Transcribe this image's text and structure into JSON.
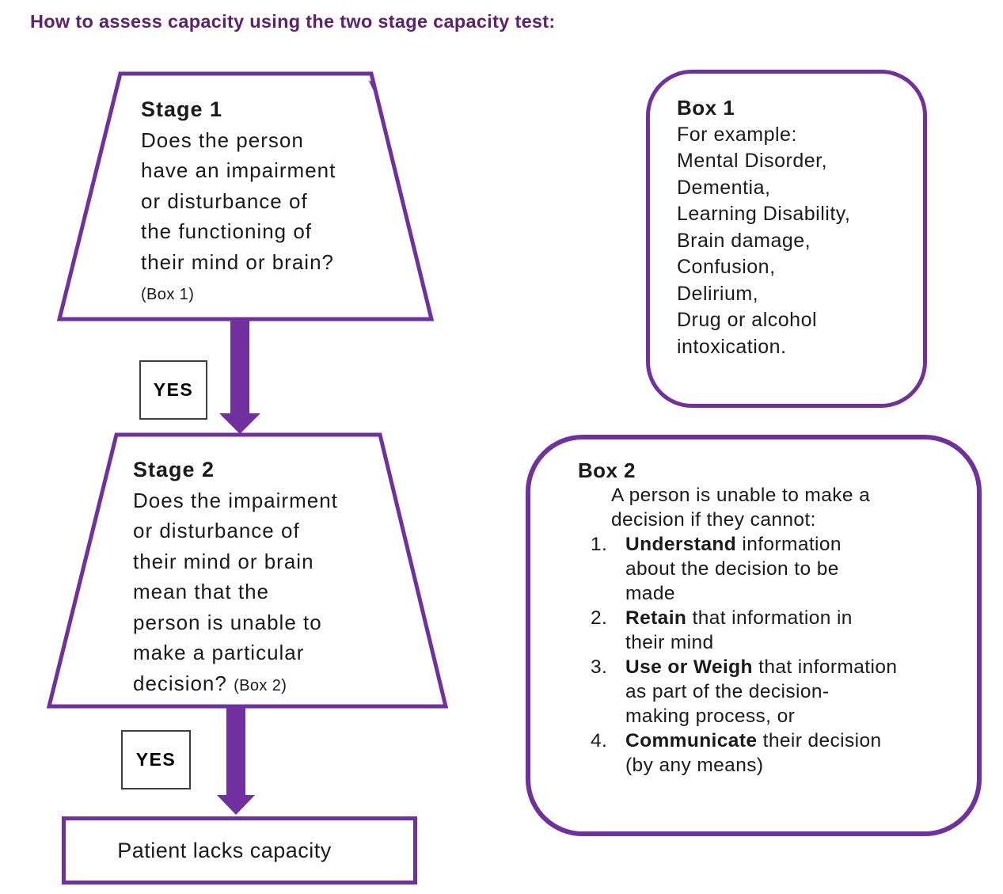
{
  "title": "How to assess capacity using the two stage capacity test:",
  "colors": {
    "purple": "#7030A0",
    "title_purple": "#5E2172",
    "ink": "#1A1A1A",
    "yes_border": "#3F3F3F"
  },
  "stage1": {
    "heading": "Stage 1",
    "lines": [
      "Does the person",
      "have an impairment",
      "or disturbance of",
      "the functioning of",
      "their mind or brain?",
      [
        {
          "t": "(Box 1)",
          "s": true
        }
      ]
    ]
  },
  "yes1": {
    "label": "YES"
  },
  "stage2": {
    "heading": "Stage 2",
    "lines": [
      "Does the impairment",
      "or disturbance of",
      "their mind or brain",
      "mean that the",
      "person is unable to",
      "make a particular",
      [
        {
          "t": "decision? "
        },
        {
          "t": "(Box 2)",
          "s": true
        }
      ]
    ]
  },
  "yes2": {
    "label": "YES"
  },
  "result": {
    "label": "Patient lacks capacity"
  },
  "box1": {
    "heading": "Box 1",
    "lines": [
      "For example:",
      "Mental Disorder,",
      "Dementia,",
      "Learning Disability,",
      "Brain damage,",
      "Confusion,",
      "Delirium,",
      "Drug or alcohol",
      "intoxication."
    ]
  },
  "box2": {
    "heading": "Box 2",
    "intro_lines": [
      "A person is unable to make a",
      "decision if they cannot:"
    ],
    "items": [
      {
        "num": "1.",
        "lines": [
          [
            {
              "t": "Understand",
              "b": true
            },
            {
              "t": " information"
            }
          ],
          "about the decision to be",
          "made"
        ]
      },
      {
        "num": "2.",
        "lines": [
          [
            {
              "t": "Retain",
              "b": true
            },
            {
              "t": " that information in"
            }
          ],
          "their mind"
        ]
      },
      {
        "num": "3.",
        "lines": [
          [
            {
              "t": "Use or Weigh",
              "b": true
            },
            {
              "t": " that information"
            }
          ],
          "as part of the decision-",
          "making process, or"
        ]
      },
      {
        "num": "4.",
        "lines": [
          [
            {
              "t": "Communicate",
              "b": true
            },
            {
              "t": " their decision"
            }
          ],
          "(by any means)"
        ]
      }
    ]
  }
}
